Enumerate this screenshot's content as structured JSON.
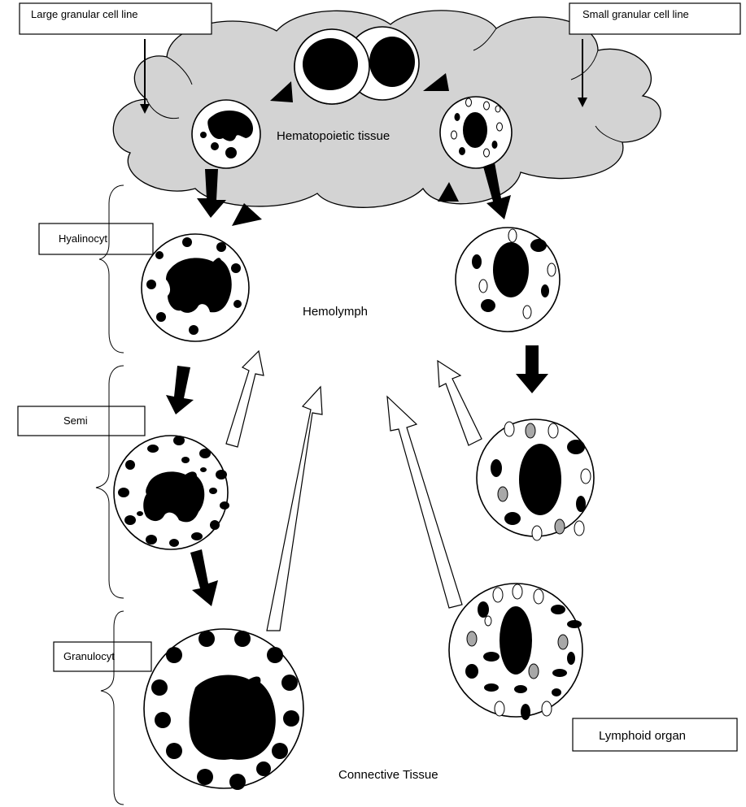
{
  "labels": {
    "large_line": "Large granular cell line",
    "small_line": "Small granular cell line",
    "hyalinocyt": "Hyalinocyt",
    "semi": "Semi",
    "granulocyt": "Granulocyt",
    "lymphoid": "Lymphoid organ"
  },
  "regions": {
    "hematopoietic": "Hematopoietic tissue",
    "hemolymph": "Hemolymph",
    "connective": "Connective Tissue"
  },
  "colors": {
    "cloud": "#d3d3d3",
    "granule_gray": "#a8a8a8"
  }
}
